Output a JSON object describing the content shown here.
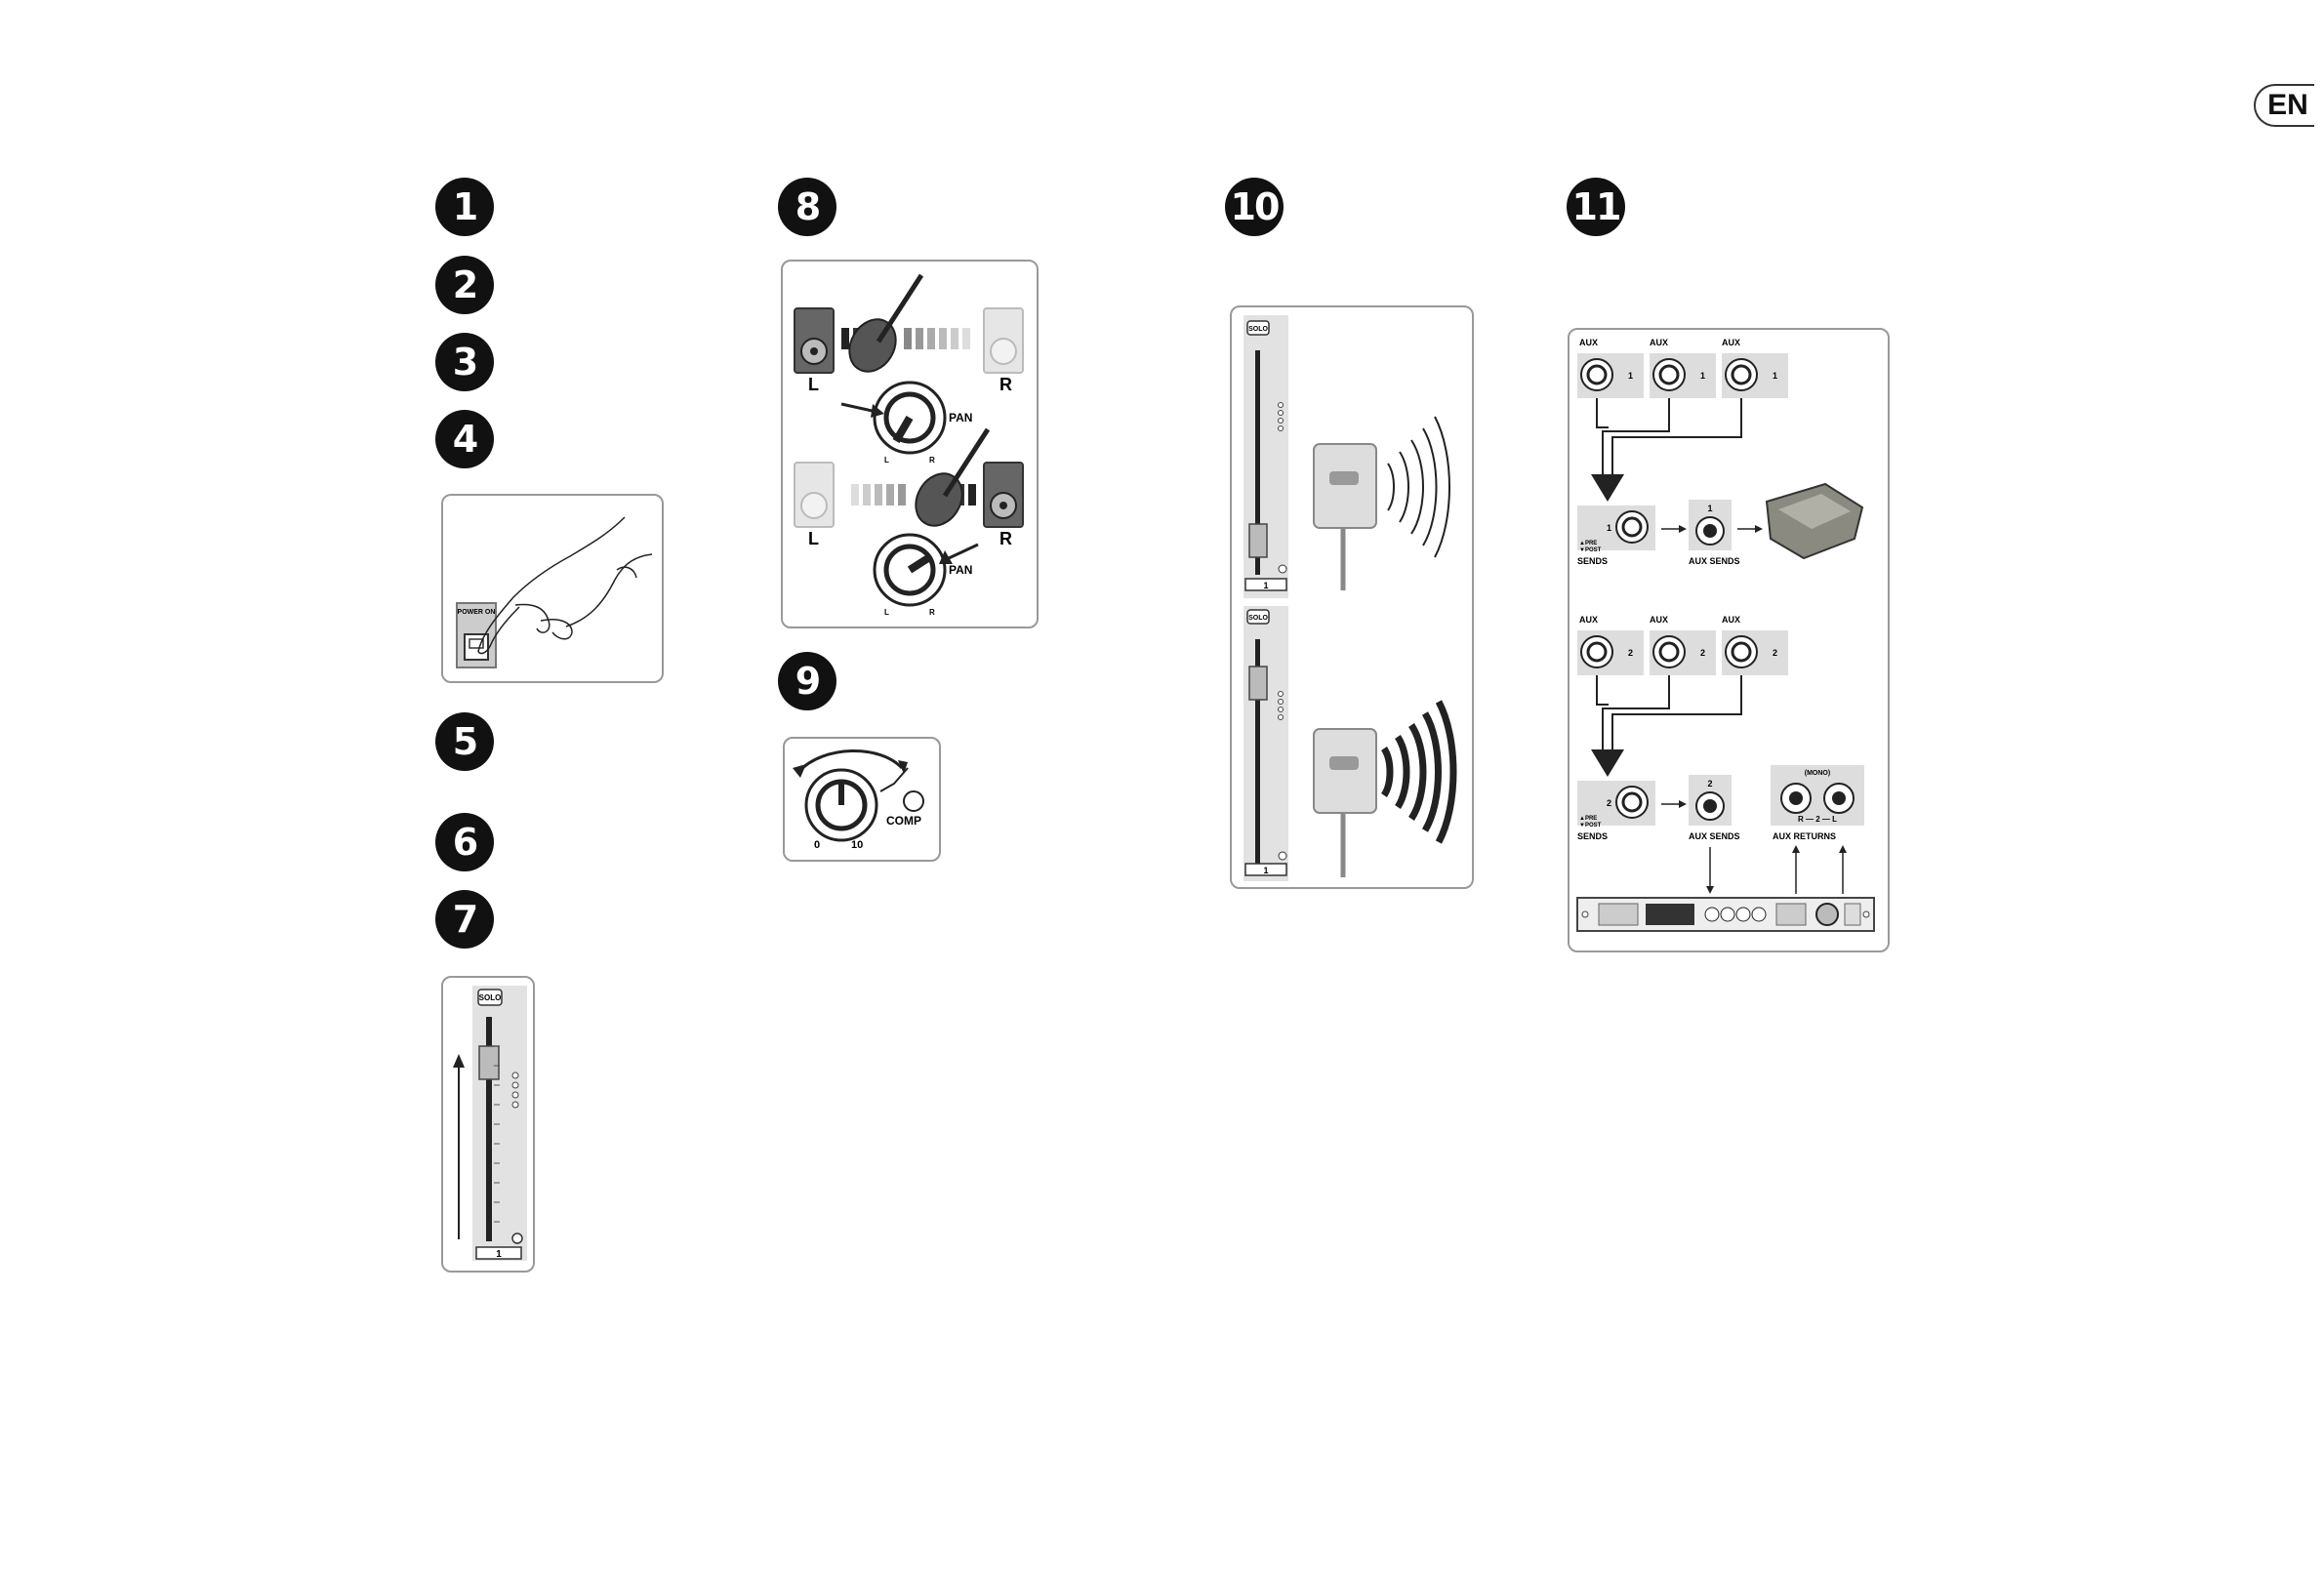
{
  "language_tab": "EN",
  "steps": [
    "1",
    "2",
    "3",
    "4",
    "5",
    "6",
    "7",
    "8",
    "9",
    "10",
    "11"
  ],
  "fig4": {
    "power_label": "POWER ON"
  },
  "fig7": {
    "solo": "SOLO",
    "channel": "1"
  },
  "fig8": {
    "top": {
      "left": "L",
      "right": "R",
      "pan": "PAN",
      "knob_l": "L",
      "knob_r": "R"
    },
    "bottom": {
      "left": "L",
      "right": "R",
      "pan": "PAN",
      "knob_l": "L",
      "knob_r": "R"
    }
  },
  "fig9": {
    "comp": "COMP",
    "min": "0",
    "max": "10"
  },
  "fig10": {
    "solo": "SOLO",
    "channel": "1"
  },
  "fig11": {
    "aux": "AUX",
    "aux_1": "1",
    "aux_2": "2",
    "sends": "SENDS",
    "pre": "▲PRE",
    "post": "▼POST",
    "aux_sends": "AUX SENDS",
    "aux_returns": "AUX RETURNS",
    "mono": "(MONO)",
    "returns_row": "R — 2 — L"
  }
}
